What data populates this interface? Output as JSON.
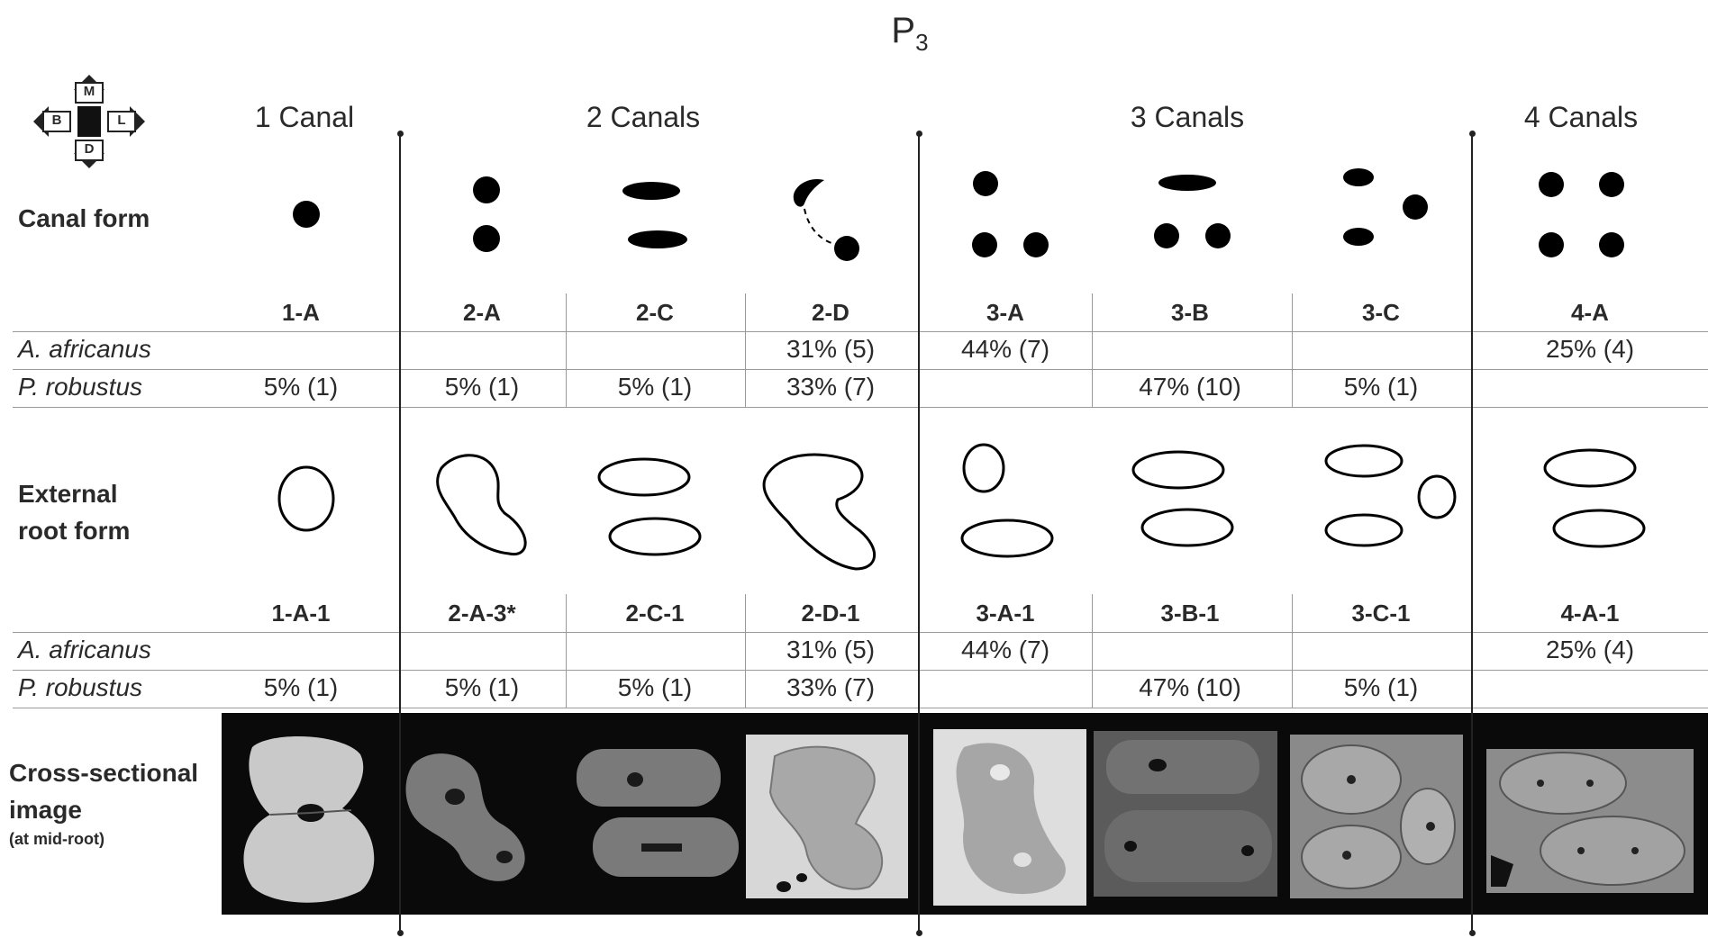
{
  "title": {
    "main": "P",
    "sub": "3"
  },
  "compass": {
    "top": "M",
    "left": "B",
    "right": "L",
    "bottom": "D"
  },
  "groups": [
    "1 Canal",
    "2 Canals",
    "3 Canals",
    "4 Canals"
  ],
  "row_labels": {
    "canal_form": "Canal form",
    "external_line1": "External",
    "external_line2": "root form",
    "cross_line1": "Cross-sectional",
    "cross_line2": "image",
    "cross_note": "(at mid-root)"
  },
  "species": {
    "a": "A. africanus",
    "p": "P. robustus"
  },
  "canal_types": [
    {
      "code": "1-A",
      "a": "",
      "p": "5% (1)"
    },
    {
      "code": "2-A",
      "a": "",
      "p": "5% (1)"
    },
    {
      "code": "2-C",
      "a": "",
      "p": "5% (1)"
    },
    {
      "code": "2-D",
      "a": "31% (5)",
      "p": "33% (7)"
    },
    {
      "code": "3-A",
      "a": "44% (7)",
      "p": ""
    },
    {
      "code": "3-B",
      "a": "",
      "p": "47% (10)"
    },
    {
      "code": "3-C",
      "a": "",
      "p": "5% (1)"
    },
    {
      "code": "4-A",
      "a": "25% (4)",
      "p": ""
    }
  ],
  "root_types": [
    {
      "code": "1-A-1",
      "a": "",
      "p": "5% (1)"
    },
    {
      "code": "2-A-3*",
      "a": "",
      "p": "5% (1)"
    },
    {
      "code": "2-C-1",
      "a": "",
      "p": "5% (1)"
    },
    {
      "code": "2-D-1",
      "a": "31% (5)",
      "p": "33% (7)"
    },
    {
      "code": "3-A-1",
      "a": "44% (7)",
      "p": ""
    },
    {
      "code": "3-B-1",
      "a": "",
      "p": "47% (10)"
    },
    {
      "code": "3-C-1",
      "a": "",
      "p": "5% (1)"
    },
    {
      "code": "4-A-1",
      "a": "25% (4)",
      "p": ""
    }
  ]
}
